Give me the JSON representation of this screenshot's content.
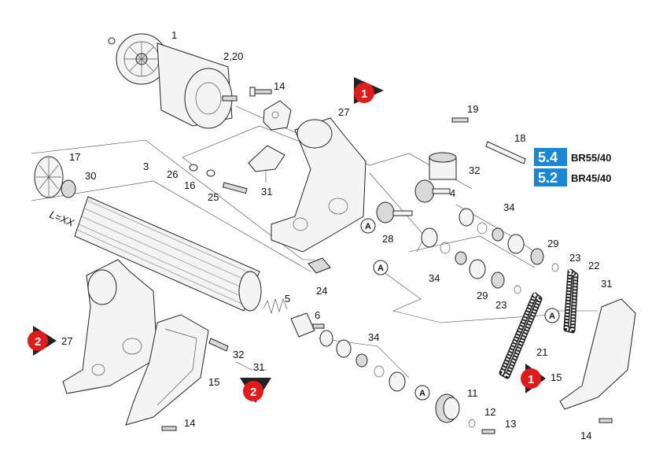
{
  "labels": {
    "p1": "1",
    "p2_20": "2,20",
    "p3": "3",
    "p4": "4",
    "p5": "5",
    "p6": "6",
    "p11": "11",
    "p12": "12",
    "p13": "13",
    "p14a": "14",
    "p14b": "14",
    "p14c": "14",
    "p15a": "15",
    "p15b": "15",
    "p16": "16",
    "p17": "17",
    "p18": "18",
    "p19": "19",
    "p21": "21",
    "p22": "22",
    "p23a": "23",
    "p23b": "23",
    "p24": "24",
    "p25": "25",
    "p26": "26",
    "p27a": "27",
    "p27b": "27",
    "p28": "28",
    "p29a": "29",
    "p29b": "29",
    "p30": "30",
    "p31a": "31",
    "p31b": "31",
    "p31c": "31",
    "p32a": "32",
    "p32b": "32",
    "p34a": "34",
    "p34b": "34",
    "p34c": "34",
    "lxx": "L=XX"
  },
  "badges": [
    {
      "num": "5.4",
      "text": "BR55/40"
    },
    {
      "num": "5.2",
      "text": "BR45/40"
    }
  ],
  "markers": {
    "m1a": "1",
    "m1b": "1",
    "m2a": "2",
    "m2b": "2"
  },
  "ref": "A",
  "colors": {
    "badge": "#1a86d6",
    "marker": "#e01b1b"
  }
}
